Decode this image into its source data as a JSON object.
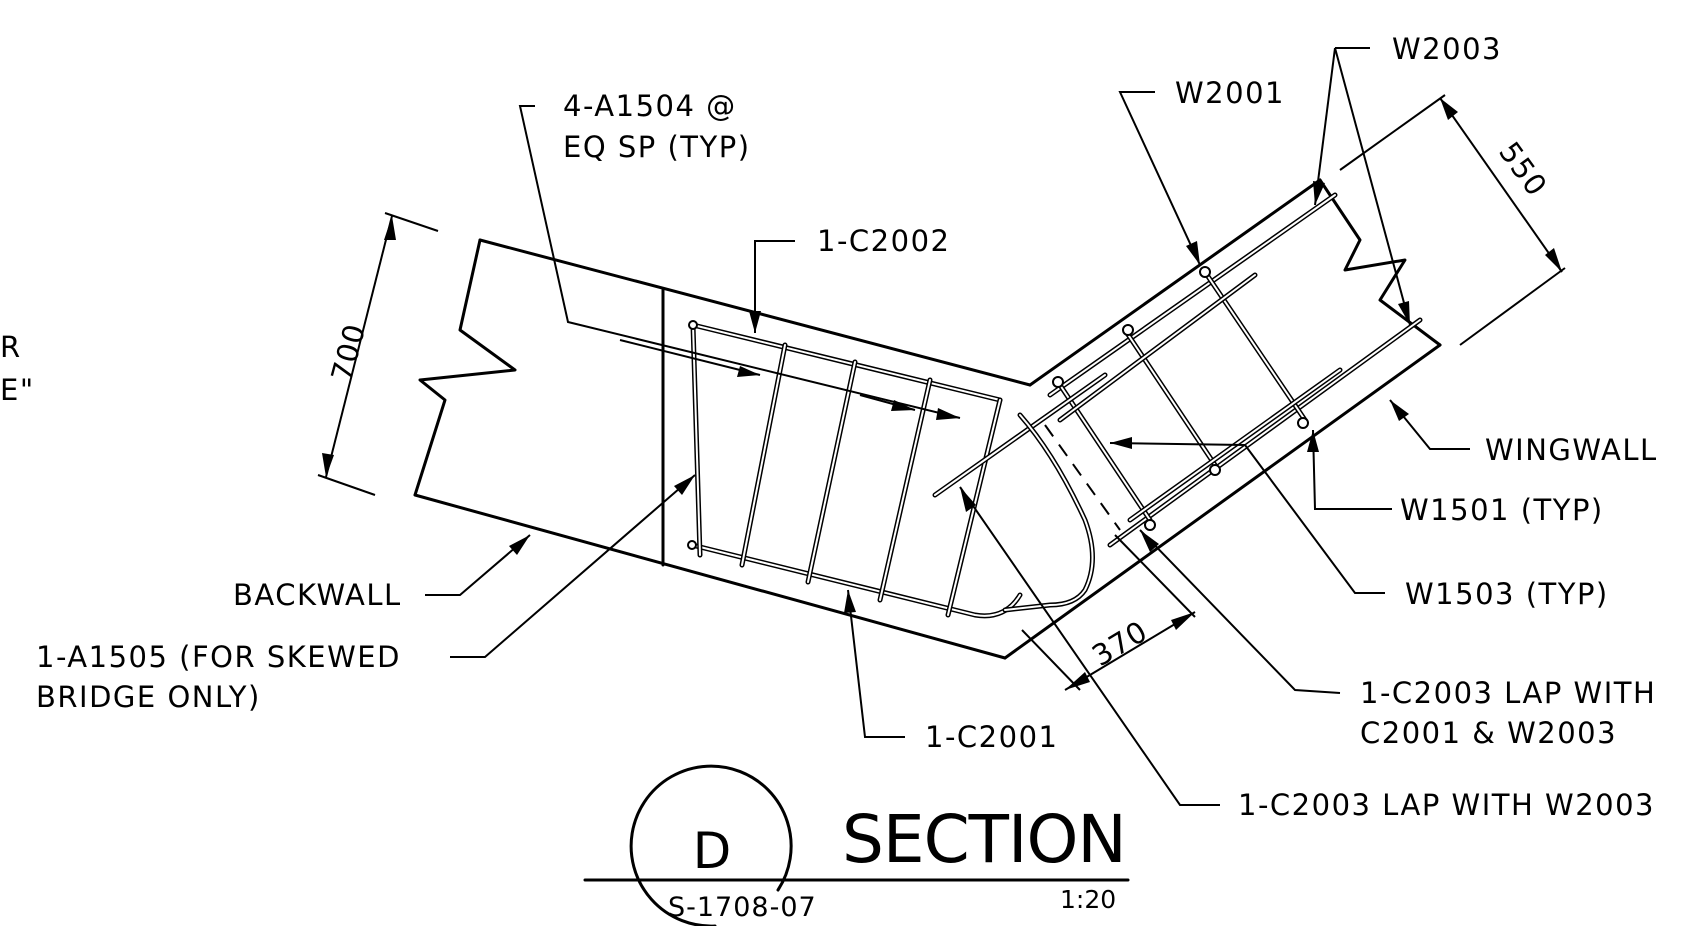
{
  "detail": {
    "marker_letter": "D",
    "title": "SECTION",
    "sheet_ref": "S-1708-07",
    "scale": "1:20"
  },
  "dimensions": {
    "backwall_thickness": "700",
    "wingwall_thickness": "550",
    "lap_length": "370"
  },
  "labels": {
    "a1504_line1": "4-A1504 @",
    "a1504_line2": "EQ SP (TYP)",
    "c2002": "1-C2002",
    "w2001": "W2001",
    "w2003": "W2003",
    "wingwall": "WINGWALL",
    "w1501": "W1501 (TYP)",
    "w1503": "W1503 (TYP)",
    "c2003_lap1_line1": "1-C2003 LAP WITH",
    "c2003_lap1_line2": "C2001 & W2003",
    "c2003_lap2": "1-C2003 LAP WITH W2003",
    "c2001": "1-C2001",
    "backwall": "BACKWALL",
    "a1505_line1": "1-A1505 (FOR SKEWED",
    "a1505_line2": "BRIDGE ONLY)",
    "cut_edge_line1": "R",
    "cut_edge_line2": "E\""
  }
}
